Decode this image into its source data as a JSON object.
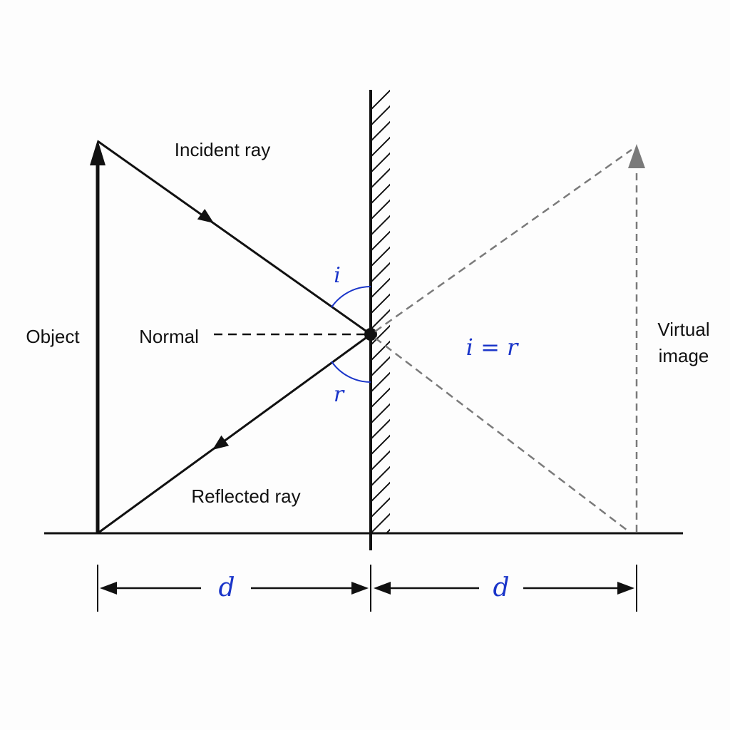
{
  "colors": {
    "ink": "#111111",
    "accent": "#1a35c9",
    "virtual": "#7a7a7a",
    "background": "#fdfdfd"
  },
  "labels": {
    "incident_ray": "Incident ray",
    "reflected_ray": "Reflected ray",
    "object": "Object",
    "normal": "Normal",
    "virtual_image_line1": "Virtual",
    "virtual_image_line2": "image",
    "angle_i": "i",
    "angle_r": "r",
    "equation": "i = r",
    "distance_left": "d",
    "distance_right": "d"
  }
}
